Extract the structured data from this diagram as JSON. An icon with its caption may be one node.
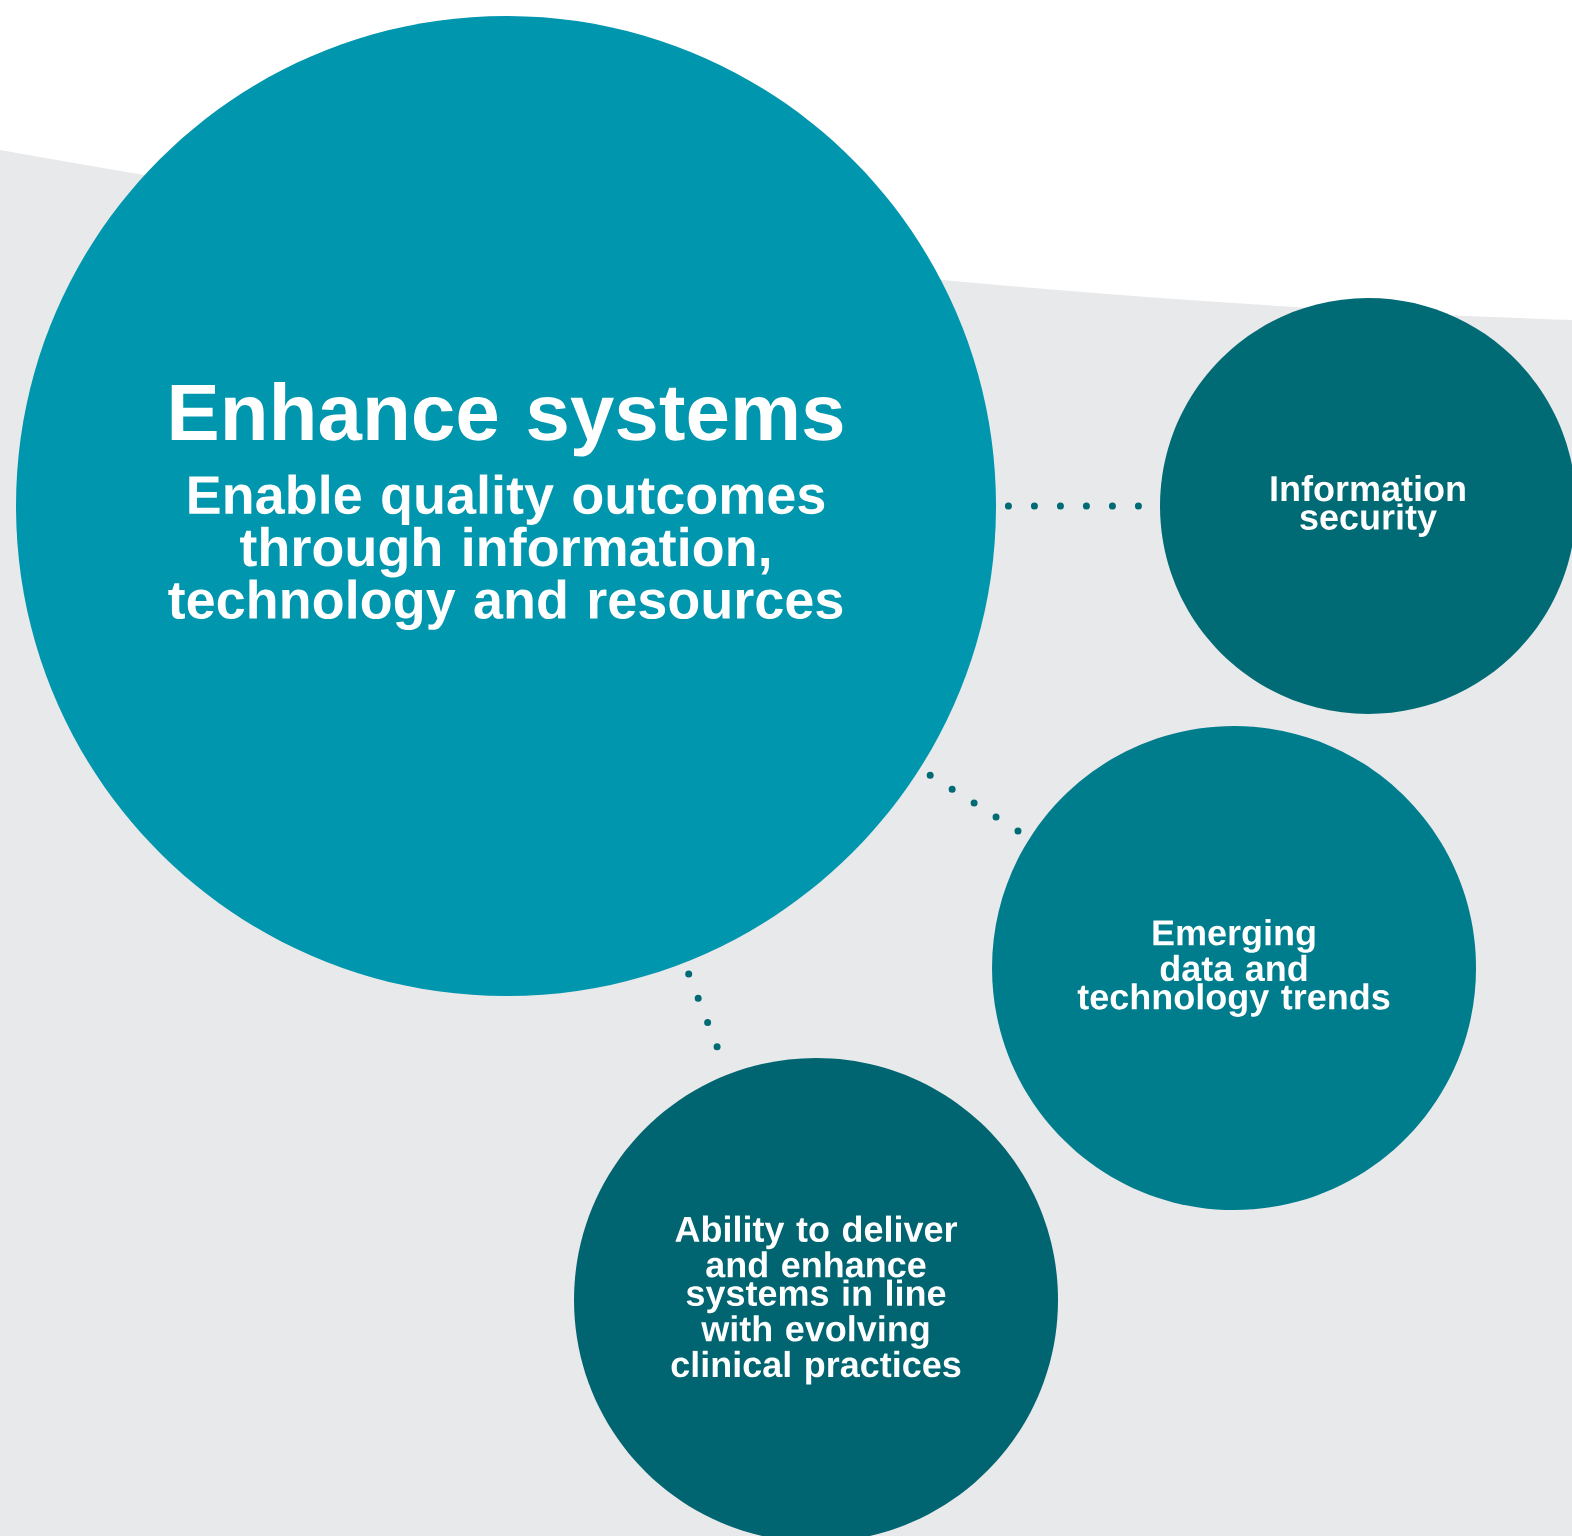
{
  "diagram": {
    "nodes": [
      {
        "text": [
          "Enhance systems",
          "Enable quality outcomes through information, technology and resources"
        ]
      },
      {
        "text": [
          "Information security"
        ]
      },
      {
        "text": [
          "Emerging data and technology trends"
        ]
      },
      {
        "text": [
          "Ability to deliver and enhance systems in line with evolving clinical practices"
        ]
      }
    ],
    "edges": [
      {
        "from": 0,
        "to": 1,
        "arrow": "none"
      },
      {
        "from": 0,
        "to": 2,
        "arrow": "none"
      },
      {
        "from": 0,
        "to": 3,
        "arrow": "none"
      }
    ]
  }
}
